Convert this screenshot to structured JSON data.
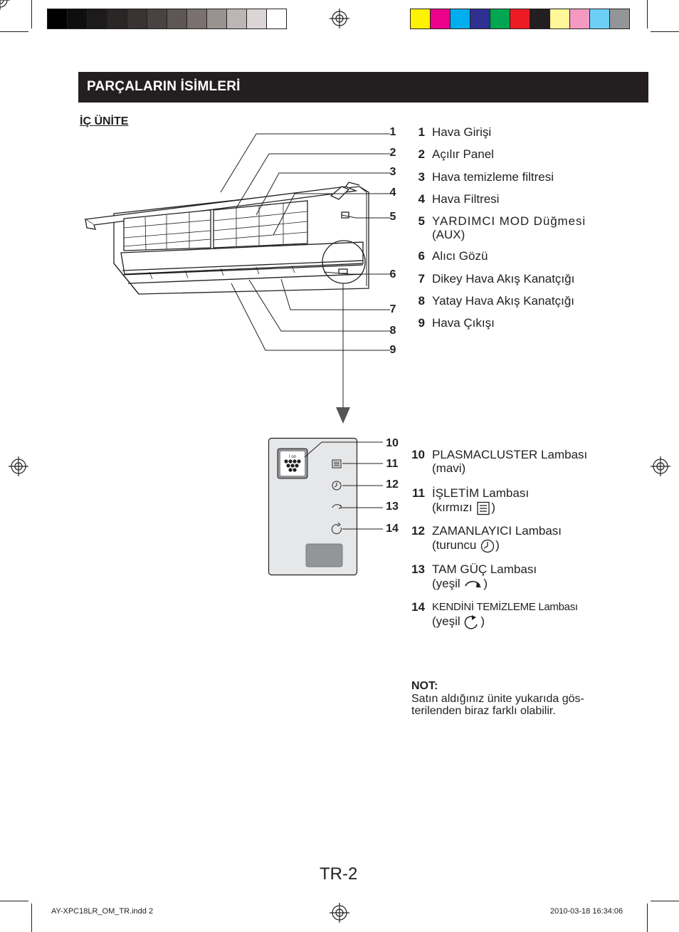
{
  "banner": {
    "title": "PARÇALARIN İSİMLERİ"
  },
  "section": {
    "title": "İÇ ÜNİTE"
  },
  "color_bars": {
    "grays": [
      "#000000",
      "#0f0e0e",
      "#1c1a1a",
      "#2a2626",
      "#393333",
      "#4a4242",
      "#5e5555",
      "#7a7070",
      "#9a9191",
      "#bdb5b5",
      "#dbd5d5",
      "#ffffff"
    ],
    "colors": [
      "#fff200",
      "#ec008c",
      "#00aeef",
      "#2e3192",
      "#00a651",
      "#ed1c24",
      "#231f20",
      "#fff799",
      "#f49ac1",
      "#6dcff6",
      "#939598"
    ]
  },
  "indoor_parts": [
    {
      "num": "1",
      "label": "Hava Girişi"
    },
    {
      "num": "2",
      "label": "Açılır Panel"
    },
    {
      "num": "3",
      "label": "Hava temizleme filtresi"
    },
    {
      "num": "4",
      "label": "Hava Filtresi"
    },
    {
      "num": "5",
      "label": "YARDIMCI MOD Düğmesi",
      "label2": "(AUX)"
    },
    {
      "num": "6",
      "label": "Alıcı Gözü"
    },
    {
      "num": "7",
      "label": "Dikey Hava Akış Kanatçığı"
    },
    {
      "num": "8",
      "label": "Yatay Hava Akış Kanatçığı"
    },
    {
      "num": "9",
      "label": "Hava Çıkışı"
    }
  ],
  "display_parts": [
    {
      "num": "10",
      "label": "PLASMACLUSTER Lambası",
      "label2": "(mavi)"
    },
    {
      "num": "11",
      "label": "İŞLETİM Lambası",
      "label2": "(kırmızı",
      "close": ")",
      "icon": "operation-lamp-icon"
    },
    {
      "num": "12",
      "label": "ZAMANLAYICI Lambası",
      "label2": "(turuncu",
      "close": ")",
      "icon": "timer-clock-icon"
    },
    {
      "num": "13",
      "label": "TAM GÜÇ Lambası",
      "label2": "(yeşil",
      "close": ")",
      "icon": "full-power-icon"
    },
    {
      "num": "14",
      "label": "KENDİNİ TEMİZLEME Lambası",
      "label2": "(yeşil",
      "close": ")",
      "icon": "self-clean-icon"
    }
  ],
  "panel": {
    "ion_label": "I  on"
  },
  "note": {
    "heading": "NOT:",
    "line1": "Satın aldığınız ünite yukarıda gös-",
    "line2": "terilenden biraz farklı olabilir."
  },
  "page_number": "TR-2",
  "footer": {
    "file": "AY-XPC18LR_OM_TR.indd   2",
    "timestamp": "2010-03-18   16:34:06"
  }
}
